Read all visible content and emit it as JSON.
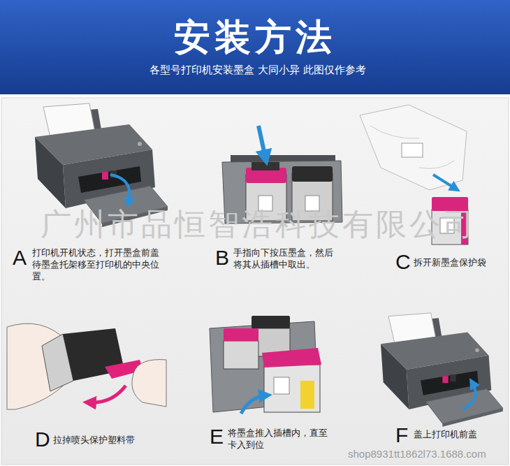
{
  "diagram": {
    "title": "安装方法",
    "labels": [
      "各型号打印机安装墨盒 大同小异 此图仅作参考",
      "广州市品恒智浩科技有限公司",
      "A",
      "打印机开机状态，打开墨盒前盖 待墨盒托架移至打印机的中央位置。",
      "B",
      "手指向下按压墨盒，然后 将其从插槽中取出。",
      "C",
      "拆开新墨盒保护袋",
      "D",
      "拉掉喷头保护塑料带",
      "E",
      "将墨盒推入插槽内，直至 卡入到位",
      "F",
      "盖上打印机前盖",
      "shop8931tt1862l73.1688.com"
    ]
  }
}
